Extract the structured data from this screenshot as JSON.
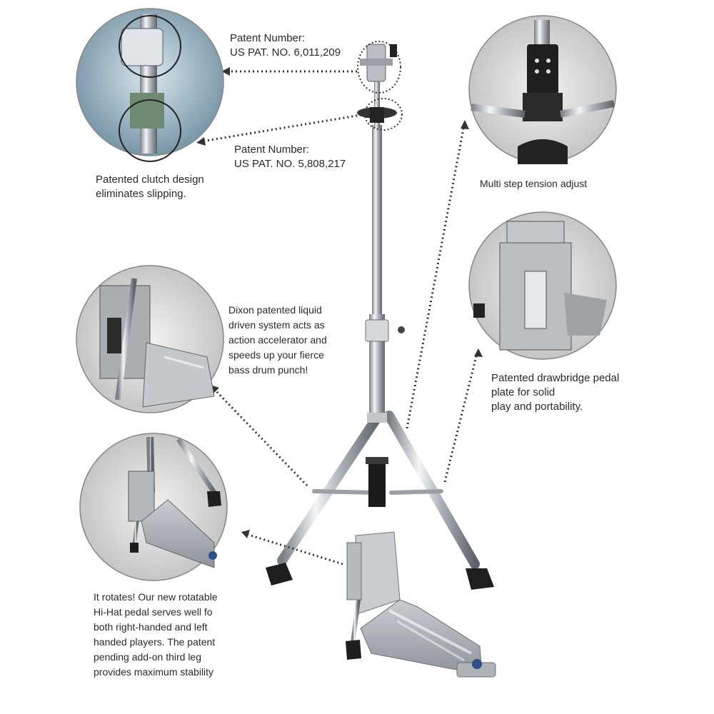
{
  "callouts": {
    "patent_top": {
      "label": "Patent Number:",
      "number": "US PAT. NO. 6,011,209"
    },
    "patent_bottom": {
      "label": "Patent Number:",
      "number": "US PAT. NO. 5,808,217"
    },
    "clutch": {
      "lines": [
        "Patented clutch design",
        "eliminates slipping."
      ]
    },
    "tension": {
      "text": "Multi step tension adjust"
    },
    "liquid": {
      "lines": [
        "Dixon patented liquid",
        "driven system acts as",
        "action accelerator and",
        "speeds up your fierce",
        "bass drum punch!"
      ]
    },
    "drawbridge": {
      "lines": [
        "Patented drawbridge pedal",
        "plate for solid",
        "play and portability."
      ]
    },
    "rotates": {
      "lines": [
        "It rotates! Our new rotatable",
        "Hi-Hat pedal serves well fo",
        "both right-handed and left",
        "handed players. The patent",
        "pending add-on third leg",
        "provides maximum stability"
      ]
    }
  },
  "icons": [
    "hi-hat-stand-illustration",
    "clutch-closeup",
    "tension-closeup",
    "liquid-drive-closeup",
    "drawbridge-closeup",
    "rotate-closeup"
  ]
}
